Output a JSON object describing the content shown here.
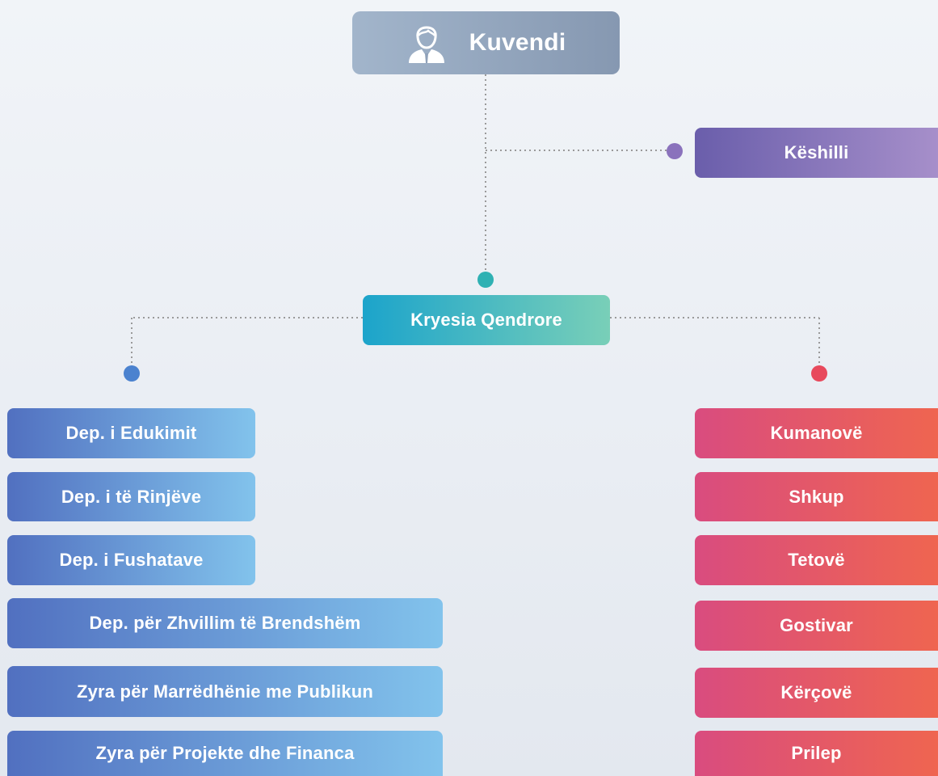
{
  "root": {
    "label": "Kuvendi",
    "icon": "person-icon"
  },
  "council": {
    "label": "Këshilli"
  },
  "central": {
    "label": "Kryesia Qendrore"
  },
  "departments": [
    "Dep. i Edukimit",
    "Dep. i të Rinjëve",
    "Dep. i Fushatave",
    "Dep. për Zhvillim të Brendshëm",
    "Zyra për Marrëdhënie me Publikun",
    "Zyra për Projekte dhe Financa"
  ],
  "branches": [
    "Kumanovë",
    "Shkup",
    "Tetovë",
    "Gostivar",
    "Kërçovë",
    "Prilep"
  ],
  "colors": {
    "root": "#8698b1",
    "council": "#7a69b4",
    "central": "#1ca4cb",
    "departments": "#5170c0",
    "branches": "#e1556e",
    "connector": "#9a9a9a"
  }
}
